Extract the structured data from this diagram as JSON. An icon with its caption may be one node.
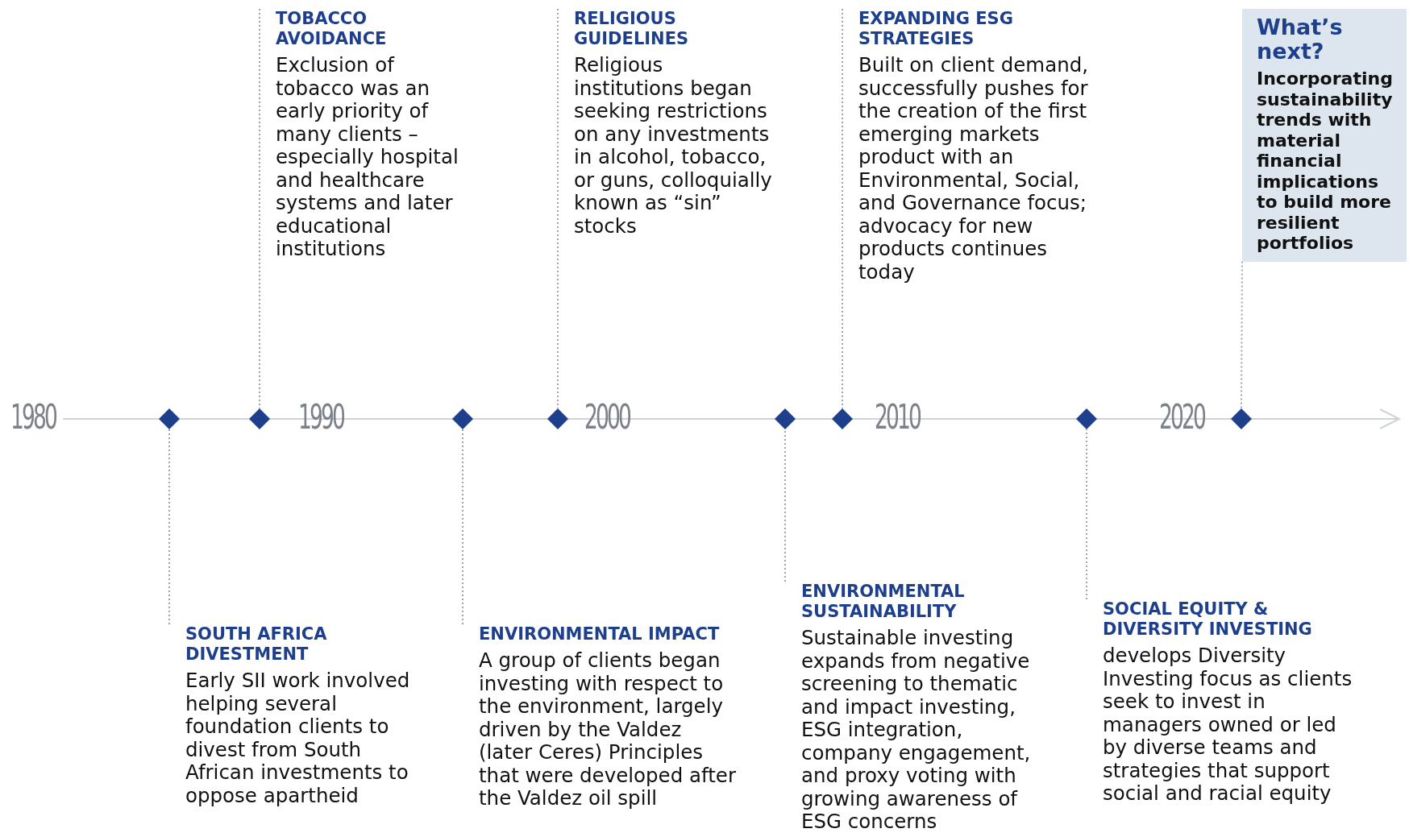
{
  "diagram": {
    "nodes": [
      {
        "text": [
          "TOBACCO AVOIDANCE",
          "Exclusion of tobacco was an early priority of many clients – especially hospital and healthcare systems and later educational institutions"
        ]
      },
      {
        "text": [
          "RELIGIOUS GUIDELINES",
          "Religious institutions began seeking restrictions on any investments in alcohol, tobacco, or guns, colloquially known as “sin” stocks"
        ]
      },
      {
        "text": [
          "EXPANDING ESG STRATEGIES",
          "Built on client demand, successfully pushes for the creation of the first emerging markets product with an Environmental, Social, and Governance focus; advocacy for new products continues today"
        ]
      },
      {
        "text": [
          "What’s next?",
          "Incorporating sustainability trends with material financial implications to build more resilient portfolios"
        ]
      },
      {
        "text": [
          "SOUTH AFRICA DIVESTMENT",
          "Early SII work involved helping several foundation clients to divest from South African investments to oppose apartheid"
        ]
      },
      {
        "text": [
          "ENVIRONMENTAL IMPACT",
          "A group of clients began investing with respect to the environment, largely driven by the Valdez (later Ceres) Principles that were developed after the Valdez oil spill"
        ]
      },
      {
        "text": [
          "ENVIRONMENTAL SUSTAINABILITY",
          "Sustainable investing expands from negative screening to thematic and impact investing, ESG integration, company engagement, and proxy voting with growing awareness of ESG concerns"
        ]
      },
      {
        "text": [
          "SOCIAL EQUITY & DIVERSITY INVESTING",
          "develops Diversity Investing focus as clients seek to invest in managers owned or led by diverse teams and strategies that support social and racial equity"
        ]
      },
      {
        "text": [],
        "shape": "diamond"
      },
      {
        "text": [],
        "shape": "diamond"
      },
      {
        "text": [],
        "shape": "diamond"
      },
      {
        "text": [],
        "shape": "diamond"
      },
      {
        "text": [],
        "shape": "diamond"
      },
      {
        "text": [],
        "shape": "diamond"
      },
      {
        "text": [],
        "shape": "diamond"
      },
      {
        "text": [],
        "shape": "diamond"
      }
    ],
    "edges": [
      {
        "from": 4,
        "to": 8,
        "arrow": "none"
      },
      {
        "from": 0,
        "to": 9,
        "arrow": "none"
      },
      {
        "from": 5,
        "to": 10,
        "arrow": "none"
      },
      {
        "from": 1,
        "to": 11,
        "arrow": "none"
      },
      {
        "from": 6,
        "to": 12,
        "arrow": "none"
      },
      {
        "from": 2,
        "to": 13,
        "arrow": "none"
      },
      {
        "from": 7,
        "to": 14,
        "arrow": "none"
      },
      {
        "from": 3,
        "to": 15,
        "arrow": "none"
      }
    ],
    "labels": [
      "1980",
      "1990",
      "2000",
      "2010",
      "2020"
    ]
  }
}
